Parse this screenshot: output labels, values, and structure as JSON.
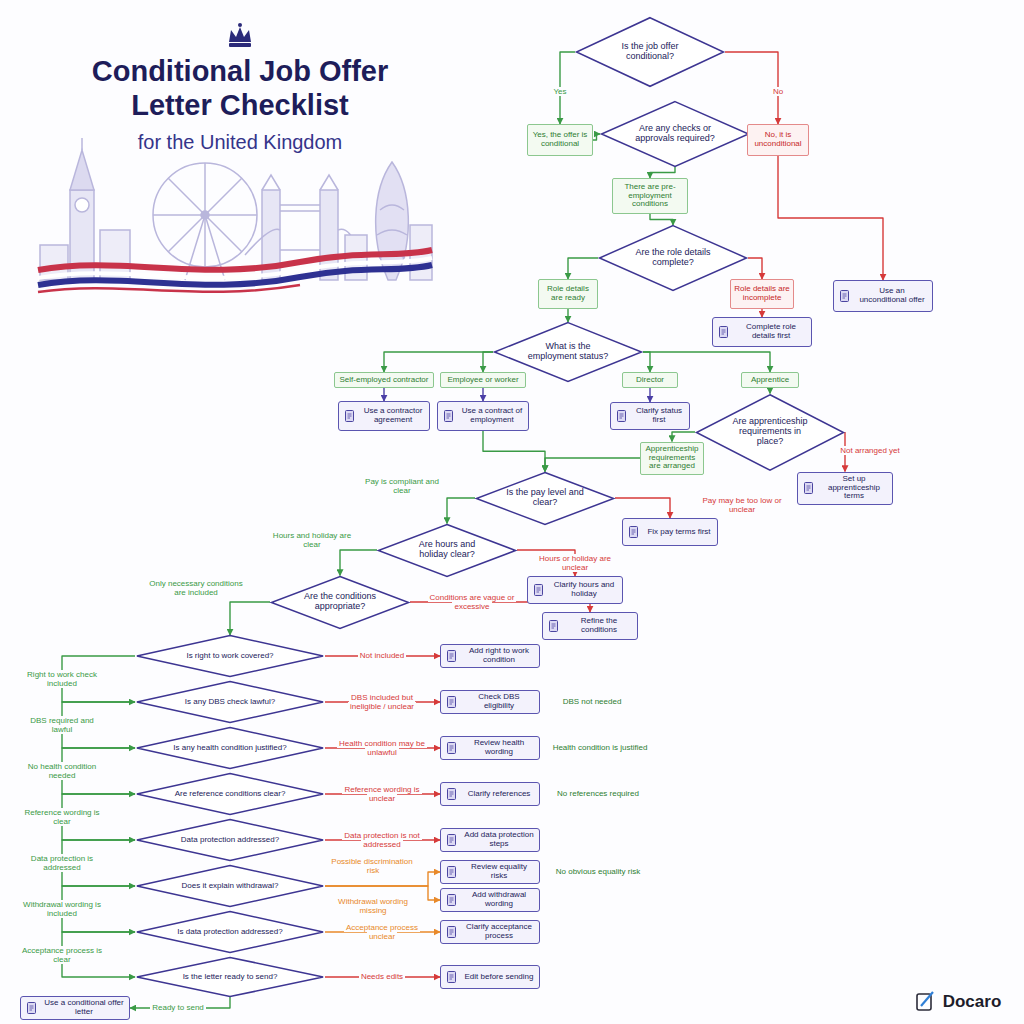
{
  "diagram": {
    "title": "Conditional Job Offer Letter Checklist",
    "nodes": [
      {
        "text": [
          "Is the job offer conditional?"
        ]
      },
      {
        "text": [
          "Yes, the offer is conditional"
        ]
      },
      {
        "text": [
          "Are any checks or approvals required?"
        ]
      },
      {
        "text": [
          "No, it is unconditional"
        ]
      },
      {
        "text": [
          "There are pre-employment conditions"
        ]
      },
      {
        "text": [
          "Are the role details complete?"
        ]
      },
      {
        "text": [
          "Use an unconditional offer"
        ]
      },
      {
        "text": [
          "Role details are ready"
        ]
      },
      {
        "text": [
          "Role details are incomplete"
        ]
      },
      {
        "text": [
          "Complete role details first"
        ]
      },
      {
        "text": [
          "What is the employment status?"
        ]
      },
      {
        "text": [
          "Self-employed contractor"
        ]
      },
      {
        "text": [
          "Employee or worker"
        ]
      },
      {
        "text": [
          "Director"
        ]
      },
      {
        "text": [
          "Apprentice"
        ]
      },
      {
        "text": [
          "Use a contractor agreement"
        ]
      },
      {
        "text": [
          "Use a contract of employment"
        ]
      },
      {
        "text": [
          "Clarify status first"
        ]
      },
      {
        "text": [
          "Are apprenticeship requirements in place?"
        ]
      },
      {
        "text": [
          "Apprenticeship requirements are arranged"
        ]
      },
      {
        "text": [
          "Set up apprenticeship terms"
        ]
      },
      {
        "text": [
          "Is the pay level and clear?"
        ]
      },
      {
        "text": [
          "Fix pay terms first"
        ]
      },
      {
        "text": [
          "Are hours and holiday clear?"
        ]
      },
      {
        "text": [
          "Clarify hours and holiday"
        ]
      },
      {
        "text": [
          "Are the conditions appropriate?"
        ]
      },
      {
        "text": [
          "Refine the conditions"
        ]
      },
      {
        "text": [
          "Is right to work covered?"
        ]
      },
      {
        "text": [
          "Add right to work condition"
        ]
      },
      {
        "text": [
          "Is any DBS check lawful?"
        ]
      },
      {
        "text": [
          "Check DBS eligibility"
        ]
      },
      {
        "text": [
          "Is any health condition justified?"
        ]
      },
      {
        "text": [
          "Review health wording"
        ]
      },
      {
        "text": [
          "Are reference conditions clear?"
        ]
      },
      {
        "text": [
          "Clarify references"
        ]
      },
      {
        "text": [
          "Data protection addressed?"
        ]
      },
      {
        "text": [
          "Add data protection steps"
        ]
      },
      {
        "text": [
          "Does it explain withdrawal?"
        ]
      },
      {
        "text": [
          "Review equality risks"
        ]
      },
      {
        "text": [
          "Add withdrawal wording"
        ]
      },
      {
        "text": [
          "Is data protection addressed?"
        ]
      },
      {
        "text": [
          "Clarify acceptance process"
        ]
      },
      {
        "text": [
          "Is the letter ready to send?"
        ]
      },
      {
        "text": [
          "Use a conditional offer letter"
        ]
      },
      {
        "text": [
          "Edit before sending"
        ]
      }
    ],
    "edges": [
      {
        "from": 0,
        "to": 1,
        "label": "Yes",
        "arrow": "to"
      },
      {
        "from": 0,
        "to": 3,
        "label": "No",
        "arrow": "to"
      },
      {
        "from": 1,
        "to": 2,
        "arrow": "to"
      },
      {
        "from": 2,
        "to": 4,
        "arrow": "to"
      },
      {
        "from": 3,
        "to": 6,
        "arrow": "to"
      },
      {
        "from": 4,
        "to": 5,
        "arrow": "to"
      },
      {
        "from": 5,
        "to": 7,
        "arrow": "to"
      },
      {
        "from": 5,
        "to": 8,
        "arrow": "to"
      },
      {
        "from": 8,
        "to": 9,
        "arrow": "to"
      },
      {
        "from": 7,
        "to": 10,
        "arrow": "to"
      },
      {
        "from": 10,
        "to": 11,
        "arrow": "to"
      },
      {
        "from": 10,
        "to": 12,
        "arrow": "to"
      },
      {
        "from": 10,
        "to": 13,
        "arrow": "to"
      },
      {
        "from": 10,
        "to": 14,
        "arrow": "to"
      },
      {
        "from": 11,
        "to": 15,
        "arrow": "to"
      },
      {
        "from": 12,
        "to": 16,
        "arrow": "to"
      },
      {
        "from": 13,
        "to": 17,
        "arrow": "to"
      },
      {
        "from": 14,
        "to": 18,
        "arrow": "to"
      },
      {
        "from": 18,
        "to": 19,
        "arrow": "to"
      },
      {
        "from": 18,
        "to": 20,
        "label": "Not arranged yet",
        "arrow": "to"
      },
      {
        "from": 16,
        "to": 21,
        "arrow": "to"
      },
      {
        "from": 19,
        "to": 21,
        "arrow": "to"
      },
      {
        "from": 21,
        "to": 22,
        "label": "Pay may be too low or unclear",
        "arrow": "to"
      },
      {
        "from": 21,
        "to": 23,
        "label": "Pay is compliant and clear",
        "arrow": "to"
      },
      {
        "from": 23,
        "to": 24,
        "label": "Hours or holiday are unclear",
        "arrow": "to"
      },
      {
        "from": 23,
        "to": 25,
        "label": "Hours and holiday are clear",
        "arrow": "to"
      },
      {
        "from": 25,
        "to": 26,
        "label": "Conditions are vague or excessive",
        "arrow": "to"
      },
      {
        "from": 25,
        "to": 27,
        "label": "Only necessary conditions are included",
        "arrow": "to"
      },
      {
        "from": 27,
        "to": 28,
        "label": "Not included",
        "arrow": "to"
      },
      {
        "from": 27,
        "to": 29,
        "label": "Right to work check included",
        "arrow": "to"
      },
      {
        "from": 29,
        "to": 30,
        "label": "DBS included but ineligible / unclear",
        "arrow": "to"
      },
      {
        "from": 29,
        "to": 31,
        "label": "DBS required and lawful",
        "arrow": "to"
      },
      {
        "from": 31,
        "to": 32,
        "label": "Health condition may be unlawful",
        "arrow": "to"
      },
      {
        "from": 31,
        "to": 33,
        "label": "No health condition needed",
        "arrow": "to"
      },
      {
        "from": 33,
        "to": 34,
        "label": "Reference wording is unclear",
        "arrow": "to"
      },
      {
        "from": 33,
        "to": 35,
        "label": "Reference wording is clear",
        "arrow": "to"
      },
      {
        "from": 35,
        "to": 36,
        "label": "Data protection is not addressed",
        "arrow": "to"
      },
      {
        "from": 35,
        "to": 37,
        "label": "Data protection is addressed",
        "arrow": "to"
      },
      {
        "from": 37,
        "to": 38,
        "label": "Possible discrimination risk",
        "arrow": "to"
      },
      {
        "from": 37,
        "to": 39,
        "label": "Withdrawal wording missing",
        "arrow": "to"
      },
      {
        "from": 37,
        "to": 40,
        "label": "Withdrawal wording is included",
        "arrow": "to"
      },
      {
        "from": 40,
        "to": 41,
        "label": "Acceptance process unclear",
        "arrow": "to"
      },
      {
        "from": 40,
        "to": 42,
        "label": "Acceptance process is clear",
        "arrow": "to"
      },
      {
        "from": 42,
        "to": 43,
        "label": "Ready to send",
        "arrow": "to"
      },
      {
        "from": 42,
        "to": 44,
        "label": "Needs edits",
        "arrow": "to"
      }
    ],
    "labels": [
      "for the United Kingdom",
      "DBS not needed",
      "Health condition is justified",
      "No references required",
      "No obvious equality risk",
      "Docaro"
    ]
  }
}
